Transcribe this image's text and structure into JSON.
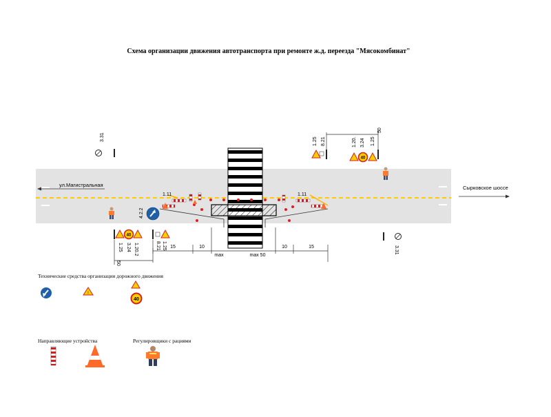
{
  "title": "Схема организации движения автотранспорта при ремонте ж.д. переезда \"Мясокомбинат\"",
  "roads": {
    "west": "ул.Магистральная",
    "east": "Сырковское шоссе"
  },
  "markings": {
    "left": "1.11",
    "right": "1.11"
  },
  "signs": {
    "top_left_sign": "3.31",
    "bottom_right_sign": "3.31",
    "keep_left": "4.2.2",
    "top_right_group": [
      "1.25",
      "8.21",
      "1.20.",
      "3.24",
      "1.25"
    ],
    "bottom_left_group": [
      "1.25",
      "3.24",
      "1.20.2"
    ],
    "bottom_left_plate": [
      "1.25",
      "8.21"
    ],
    "speed_limit": "40"
  },
  "dimensions": {
    "d50_top": "50",
    "d50_bottom": "50",
    "d15_left": "15",
    "d10_left": "10",
    "max_left": "max",
    "max_50": "max 50",
    "d10_right": "10",
    "d15_right": "15"
  },
  "legend": {
    "technical_means": "Технические средства организации дорожного движения",
    "guiding_devices": "Направляющие устройства",
    "flaggers": "Регулировщики с рациями",
    "speed_value": "40"
  },
  "colors": {
    "road": "#e3e3e3",
    "centerline": "#ffcc00",
    "sign_yellow": "#ffcc00",
    "sign_blue": "#1f5fa8",
    "sign_red": "#d22020",
    "cone_orange": "#ff6a2a"
  }
}
